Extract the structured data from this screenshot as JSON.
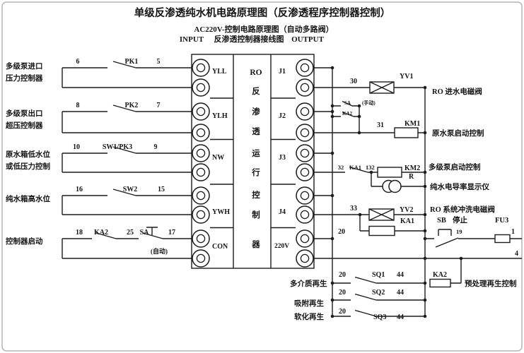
{
  "title": "单级反渗透纯水机电路原理图（反渗透程序控制器控制）",
  "subtitle": "AC220V-控制电路原理图（自动多路阀）",
  "header": {
    "input_label": "INPUT",
    "wiring_label": "反渗透控制器接线图",
    "output_label": "OUTPUT"
  },
  "controller": {
    "model": "RO",
    "name_chars": [
      "反",
      "渗",
      "透",
      "运",
      "行",
      "控",
      "制",
      "器"
    ],
    "input_ports": [
      "YLL",
      "YLH",
      "NW",
      "YWH",
      "CON"
    ],
    "output_ports": [
      "J1",
      "J2",
      "J3",
      "J4",
      "220V"
    ]
  },
  "inputs": {
    "pk1": {
      "line1": "多级泵进口",
      "line2": "压力控制器",
      "n1": "6",
      "name": "PK1",
      "n2": "5"
    },
    "pk2": {
      "line1": "多级泵出口",
      "line2": "超压控制器",
      "n1": "8",
      "name": "PK2",
      "n2": "7"
    },
    "sw1": {
      "line1": "原水箱低水位",
      "line2": "或低压力控制",
      "n1": "10",
      "name": "SW1/PK3",
      "n2": "9"
    },
    "sw2": {
      "line1": "纯水箱高水位",
      "n1": "16",
      "name": "SW2",
      "n2": "15"
    },
    "start": {
      "line1": "控制器启动",
      "n1": "18",
      "contact1": "KA2",
      "n2": "25",
      "contact2": "SA",
      "n3": "17",
      "note": "(自动)"
    }
  },
  "outputs": {
    "yv1": {
      "n": "30",
      "name": "YV1",
      "desc": "RO 进水电磁阀"
    },
    "manual_branch": {
      "sa": "SA",
      "note": "(手动)",
      "ka2": "KA2"
    },
    "km1": {
      "n": "31",
      "name": "KM1",
      "desc": "原水泵启动控制"
    },
    "km2": {
      "n1": "32",
      "contact": "KA1",
      "n2": "132",
      "name": "KM2",
      "res": "R",
      "desc": "多级泵启动控制"
    },
    "meter": {
      "desc": "纯水电导率显示仪"
    },
    "yv2": {
      "n": "33",
      "name": "YV2",
      "desc": "RO 系统冲洗电磁阀"
    },
    "ka1": {
      "name": "KA1"
    },
    "stop": {
      "name": "SB",
      "label": "停止",
      "n": "19",
      "wire": "1"
    },
    "fu3": {
      "name": "FU3"
    },
    "bus": {
      "live": "20",
      "neutral": "4"
    },
    "regen": {
      "rows": [
        {
          "n1": "20",
          "name": "SQ1",
          "n2": "44"
        },
        {
          "n1": "20",
          "name": "SQ2",
          "n2": "44"
        },
        {
          "n1": "20",
          "name": "SQ3",
          "n2": "44"
        }
      ],
      "row_descs": [
        "多介质再生",
        "吸附再生",
        "软化再生"
      ],
      "coil": "KA2",
      "desc": "预处理再生控制"
    }
  }
}
